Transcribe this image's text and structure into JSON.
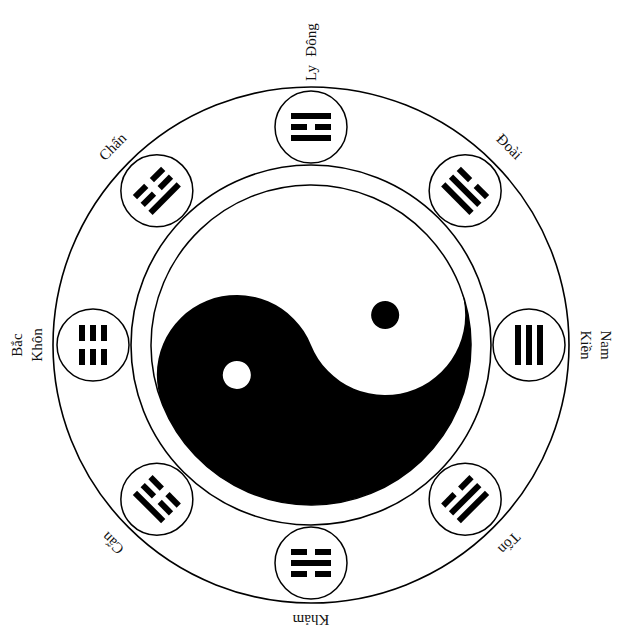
{
  "diagram": {
    "labels": [
      "Đông",
      "Ly",
      "Đoài",
      "Kiền",
      "Nam",
      "Tốn",
      "Khảm",
      "Cấn",
      "Khôn",
      "Bắc",
      "Chấn"
    ]
  }
}
